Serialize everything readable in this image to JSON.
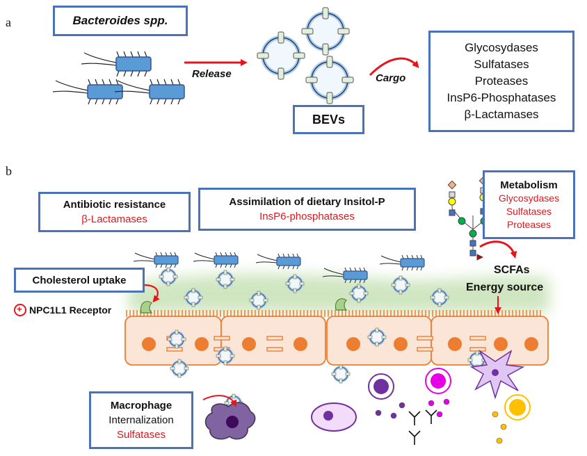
{
  "panel_a": {
    "letter": "a",
    "species_label": "Bacteroides spp.",
    "release_label": "Release",
    "cargo_label": "Cargo",
    "bevs_label": "BEVs",
    "cargo_items": [
      "Glycosydases",
      "Sulfatases",
      "Proteases",
      "InsP6-Phosphatases",
      "β-Lactamases"
    ]
  },
  "panel_b": {
    "letter": "b",
    "antibiotic": {
      "title": "Antibiotic resistance",
      "enzyme": "β-Lactamases"
    },
    "assimilation": {
      "title": "Assimilation of dietary Insitol-P",
      "enzyme": "InsP6-phosphatases"
    },
    "metabolism": {
      "title": "Metabolism",
      "enzymes": [
        "Glycosydases",
        "Sulfatases",
        "Proteases"
      ]
    },
    "cholesterol": {
      "title": "Cholesterol uptake"
    },
    "receptor": {
      "sign": "+",
      "label": "NPC1L1 Receptor"
    },
    "scfa": {
      "line1": "SCFAs",
      "line2": "Energy source"
    },
    "macrophage": {
      "title": "Macrophage",
      "line2": "Internalization",
      "enzyme": "Sulfatases"
    }
  },
  "colors": {
    "box_border": "#4a72b8",
    "arrow": "#e8141b",
    "bacteria": "#5b9bd5",
    "cell": "#f8d4bf",
    "nucleus": "#ee7d30"
  }
}
